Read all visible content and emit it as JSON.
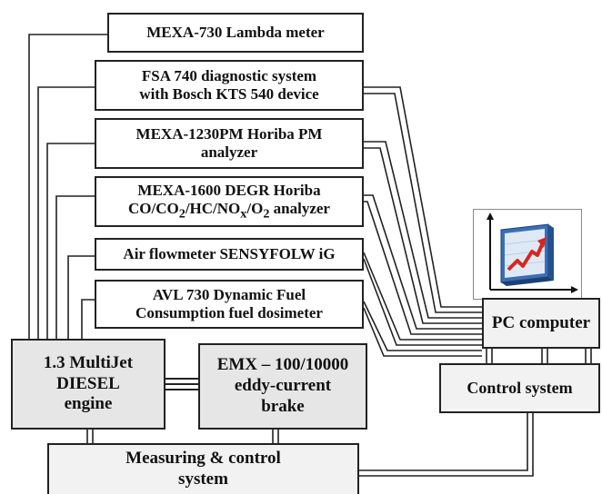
{
  "instruments": {
    "lambda": {
      "line1": "MEXA-730 Lambda meter"
    },
    "fsa": {
      "line1": "FSA 740 diagnostic system",
      "line2": "with Bosch KTS 540 device"
    },
    "pm": {
      "line1": "MEXA-1230PM Horiba PM",
      "line2": "analyzer"
    },
    "degr": {
      "line1": "MEXA-1600 DEGR Horiba",
      "line2_a": "CO/CO",
      "sub1": "2",
      "line2_b": "/HC/NO",
      "sub2": "x",
      "line2_c": "/O",
      "sub3": "2",
      "line2_d": " analyzer"
    },
    "air": {
      "line1": "Air flowmeter  SENSYFOLW iG"
    },
    "avl": {
      "line1": "AVL 730 Dynamic Fuel",
      "line2": "Consumption fuel dosimeter"
    }
  },
  "engine": {
    "line1": "1.3 MultiJet",
    "line2": "DIESEL",
    "line3": "engine"
  },
  "brake": {
    "line1": "EMX – 100/10000",
    "line2": "eddy-current",
    "line3": "brake"
  },
  "measuring": {
    "line1": "Measuring & control",
    "line2": "system"
  },
  "pc": {
    "label": "PC computer",
    "icon": "rising-chart-icon"
  },
  "control": {
    "label": "Control system"
  },
  "colors": {
    "border": "#222222",
    "engine_fill": "#e6e6e6",
    "light_fill": "#f2f2f2",
    "chart_blue": "#3a6fb5",
    "chart_red": "#d7261e"
  }
}
